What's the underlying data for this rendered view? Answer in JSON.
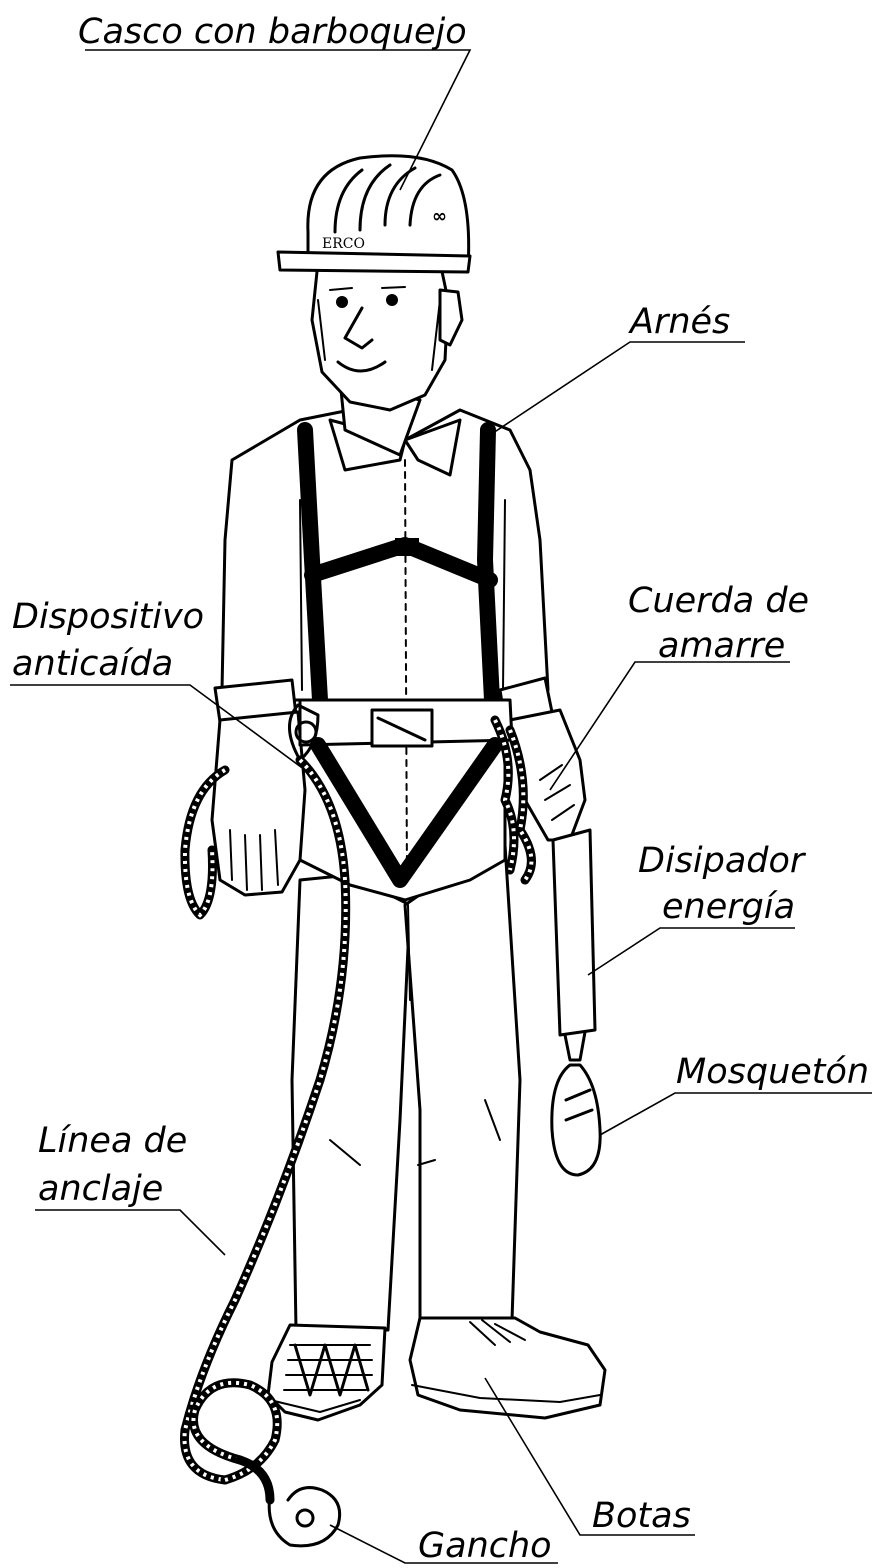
{
  "labels": {
    "helmet": "Casco con barboquejo",
    "harness": "Arnés",
    "fall_device_1": "Dispositivo",
    "fall_device_2": "anticaída",
    "lanyard_1": "Cuerda de",
    "lanyard_2": "amarre",
    "absorber_1": "Disipador",
    "absorber_2": "energía",
    "carabiner": "Mosquetón",
    "anchor_line_1": "Línea de",
    "anchor_line_2": "anclaje",
    "boots": "Botas",
    "hook": "Gancho"
  }
}
